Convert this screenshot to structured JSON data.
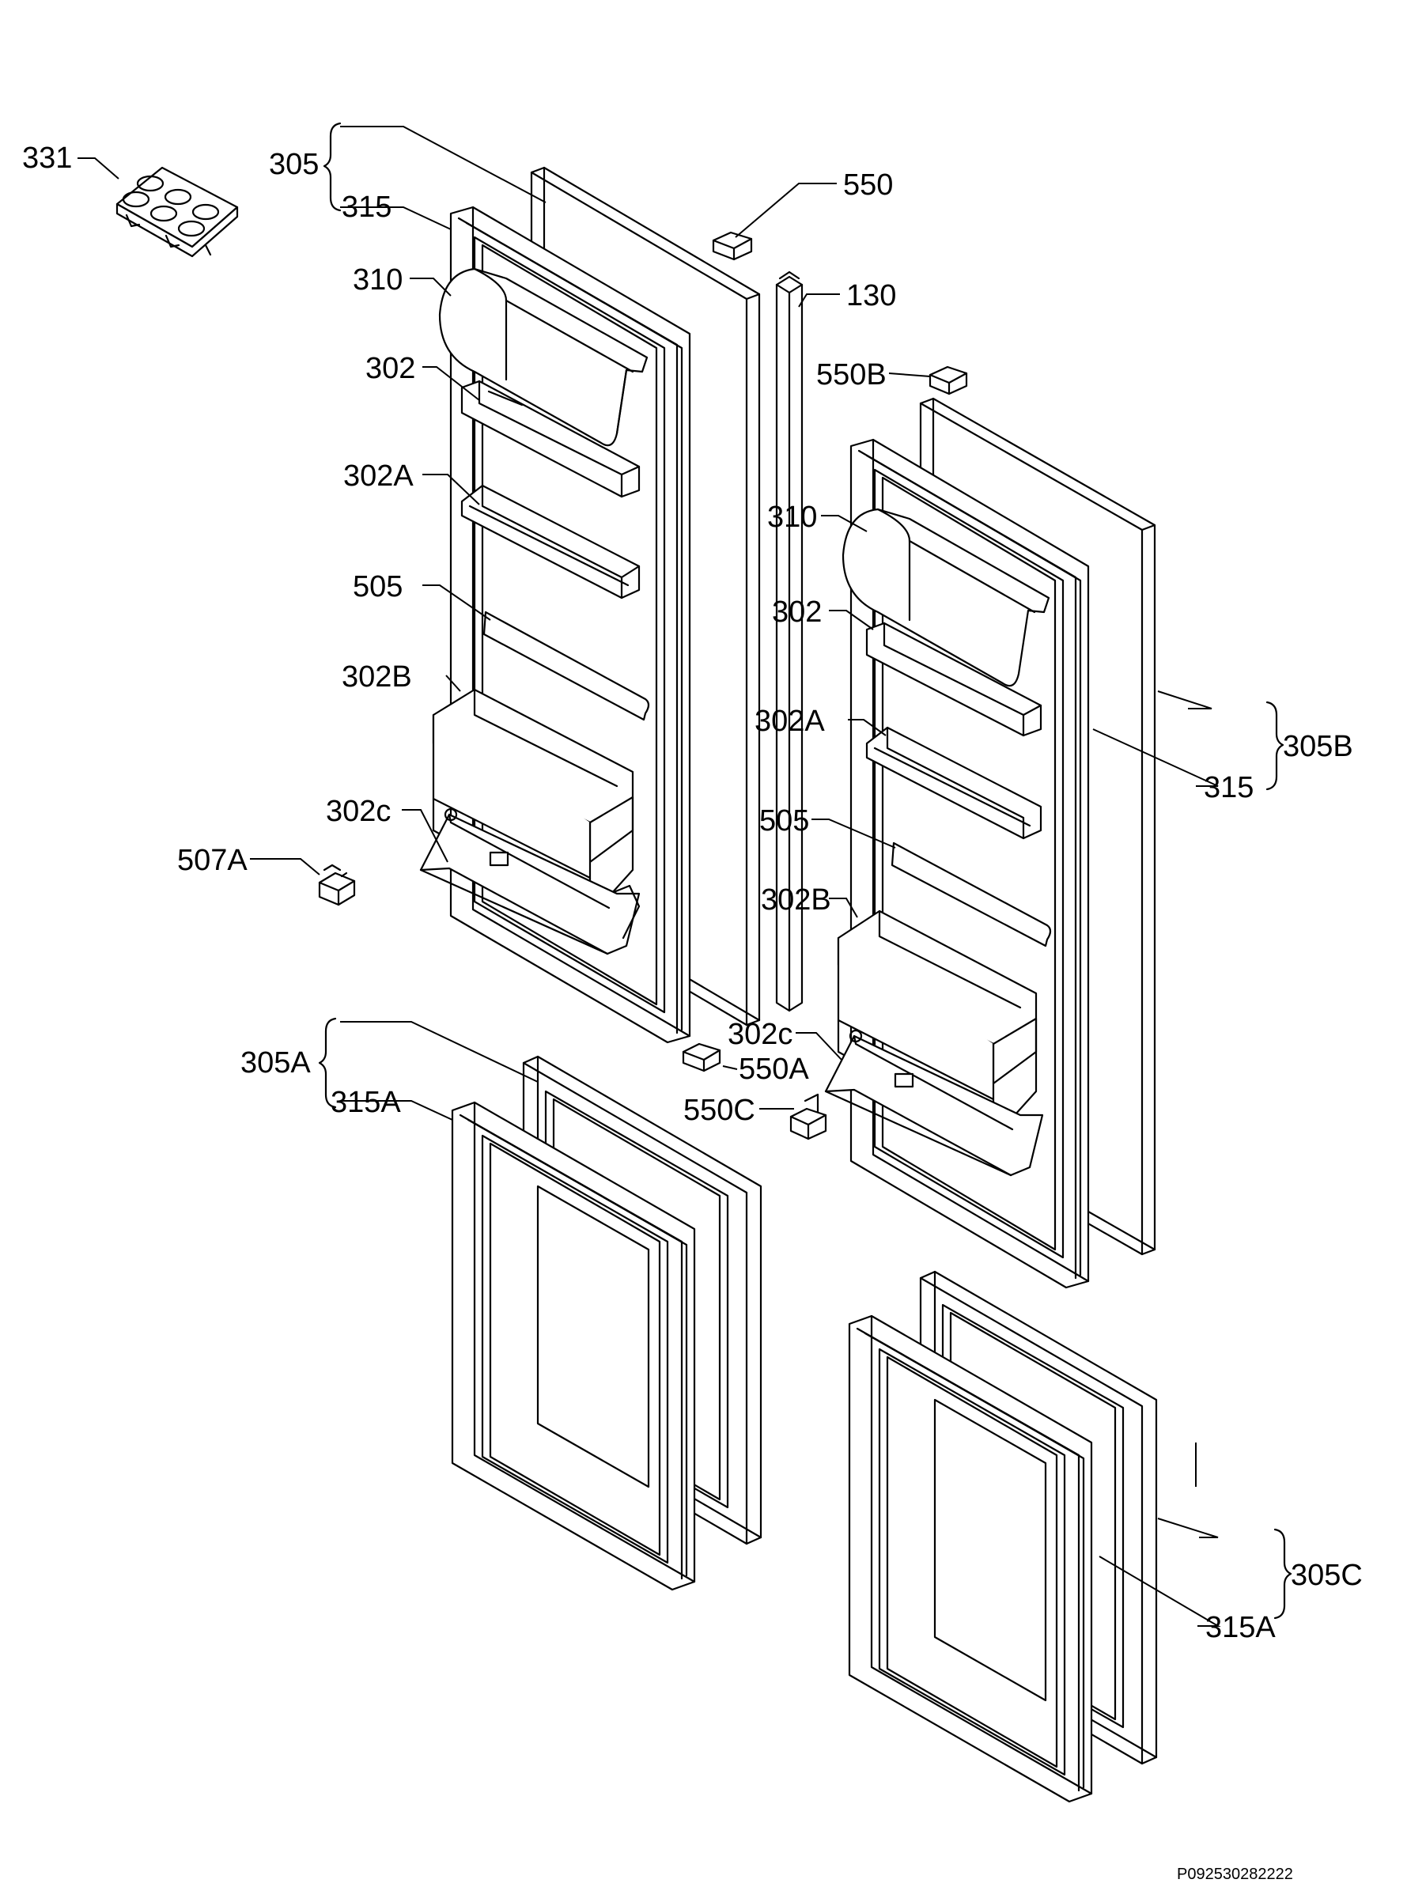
{
  "diagram": {
    "labels": {
      "l331": "331",
      "l305": "305",
      "l315_a": "315",
      "l310_a": "310",
      "l302_a": "302",
      "l302A_a": "302A",
      "l505_a": "505",
      "l302B_a": "302B",
      "l302c_a": "302c",
      "l507A": "507A",
      "l550": "550",
      "l130": "130",
      "l550B": "550B",
      "l310_b": "310",
      "l302_b": "302",
      "l302A_b": "302A",
      "l505_b": "505",
      "l302B_b": "302B",
      "l302c_b": "302c",
      "l550A": "550A",
      "l550C": "550C",
      "l305B": "305B",
      "l315_b": "315",
      "l305A": "305A",
      "l315A_a": "315A",
      "l305C": "305C",
      "l315A_b": "315A"
    },
    "footer_code": "P092530282222"
  },
  "colors": {
    "line": "#000000",
    "background": "#ffffff"
  }
}
